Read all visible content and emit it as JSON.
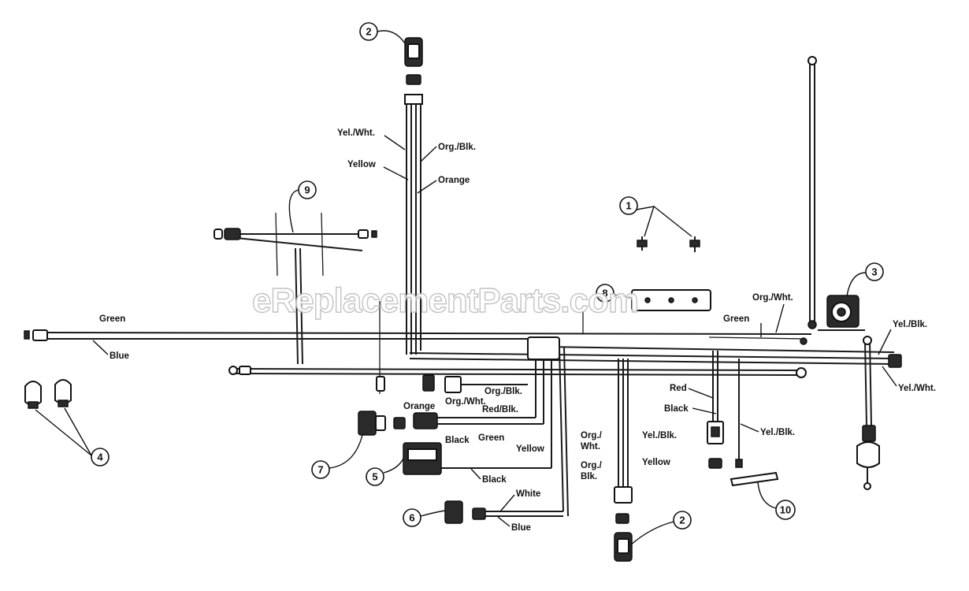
{
  "watermark": "eReplacementParts.com",
  "callouts": {
    "c1": "1",
    "c2a": "2",
    "c2b": "2",
    "c3": "3",
    "c4": "4",
    "c5": "5",
    "c6": "6",
    "c7": "7",
    "c8": "8",
    "c9": "9",
    "c10": "10"
  },
  "wire_labels": {
    "top_yel_wht": "Yel./Wht.",
    "top_org_blk": "Org./Blk.",
    "top_yellow": "Yellow",
    "top_orange": "Orange",
    "left_green": "Green",
    "left_blue": "Blue",
    "right_org_wht": "Org./Wht.",
    "right_green": "Green",
    "right_yel_blk": "Yel./Blk.",
    "right_yel_wht": "Yel./Wht.",
    "mid_org_blk": "Org./Blk.",
    "mid_org_wht": "Org./Wht.",
    "mid_orange": "Orange",
    "mid_red_blk": "Red/Blk.",
    "mid_black": "Black",
    "mid_green": "Green",
    "mid_yellow": "Yellow",
    "mid_black2": "Black",
    "mid_white": "White",
    "mid_blue": "Blue",
    "low_org_wht_a": "Org./",
    "low_org_wht_b": "Wht.",
    "low_org_blk_a": "Org./",
    "low_org_blk_b": "Blk.",
    "low_yel_blk": "Yel./Blk.",
    "low_yellow": "Yellow",
    "right_red": "Red",
    "right_black": "Black",
    "right_yel_blk2": "Yel./Blk."
  }
}
